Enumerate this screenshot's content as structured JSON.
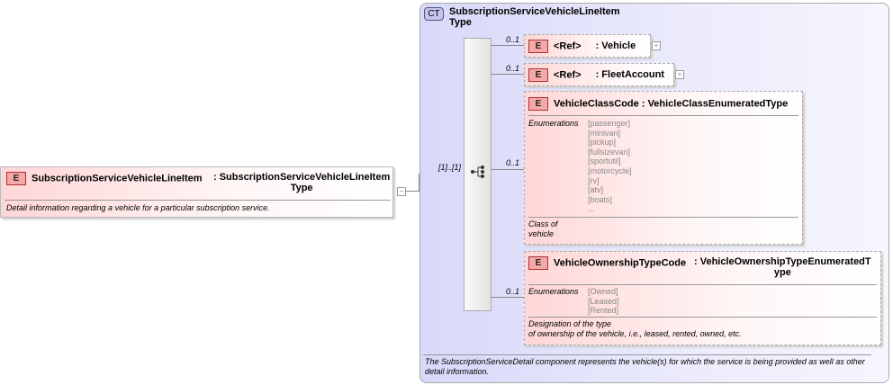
{
  "root_element": {
    "badge": "E",
    "name": "SubscriptionServiceVehicleLineItem",
    "type_line1": ": SubscriptionServiceVehicleLineItem",
    "type_line2": "Type",
    "doc": "Detail information regarding a vehicle for a particular subscription service.",
    "toggle": "−",
    "cardinality": "[1]..[1]"
  },
  "complex_type": {
    "badge": "CT",
    "title_line1": "SubscriptionServiceVehicleLineItem",
    "title_line2": "Type",
    "doc": "The SubscriptionServiceDetail component represents the vehicle(s) for which the service is being provided as well as other detail information."
  },
  "children": [
    {
      "badge": "E",
      "name": "<Ref>",
      "type": ": Vehicle",
      "cardinality": "0..1",
      "toggle": "+"
    },
    {
      "badge": "E",
      "name": "<Ref>",
      "type": ": FleetAccount",
      "cardinality": "0..1",
      "toggle": "+"
    },
    {
      "badge": "E",
      "name": "VehicleClassCode",
      "type": ": VehicleClassEnumeratedType",
      "cardinality": "0..1",
      "enum_label": "Enumerations",
      "enumerations": [
        "[passenger]",
        "[minivan]",
        "[pickup]",
        "[fullsizevan]",
        "[sportutil]",
        "[motorcycle]",
        "[rv]",
        "[atv]",
        "[boats]",
        "..."
      ],
      "doc_line1": "Class of",
      "doc_line2": "vehicle"
    },
    {
      "badge": "E",
      "name": "VehicleOwnershipTypeCode",
      "type_line1": ": VehicleOwnershipTypeEnumeratedT",
      "type_line2": "ype",
      "cardinality": "0..1",
      "enum_label": "Enumerations",
      "enumerations": [
        "[Owned]",
        "[Leased]",
        "[Rented]"
      ],
      "doc_line1": "Designation of the type",
      "doc_line2": "of ownership of the vehicle, i.e., leased, rented, owned, etc."
    }
  ]
}
